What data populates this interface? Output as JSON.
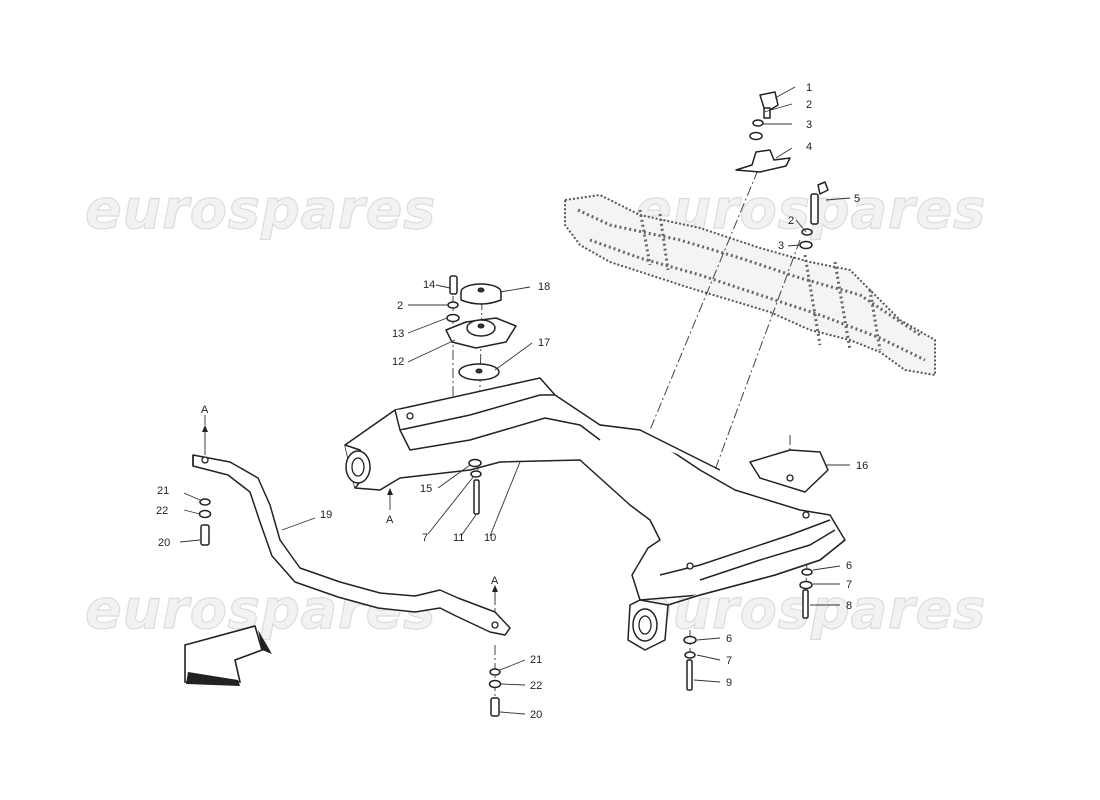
{
  "watermark": {
    "text": "eurospares"
  },
  "callouts": {
    "c1": "1",
    "c2a": "2",
    "c3a": "3",
    "c4": "4",
    "c5": "5",
    "c2b": "2",
    "c3b": "3",
    "c14": "14",
    "c2c": "2",
    "c13": "13",
    "c12": "12",
    "c18": "18",
    "c17": "17",
    "c15": "15",
    "c7a": "7",
    "c11": "11",
    "c10": "10",
    "c16": "16",
    "c6a": "6",
    "c7b": "7",
    "c8": "8",
    "c6b": "6",
    "c7c": "7",
    "c9": "9",
    "c19": "19",
    "c21a": "21",
    "c22a": "22",
    "c20a": "20",
    "c21b": "21",
    "c22b": "22",
    "c20b": "20"
  },
  "section_marks": {
    "a_top": "A",
    "a_crossmember": "A",
    "a_bar": "A"
  },
  "icons": {
    "direction": "direction-arrow-icon"
  }
}
